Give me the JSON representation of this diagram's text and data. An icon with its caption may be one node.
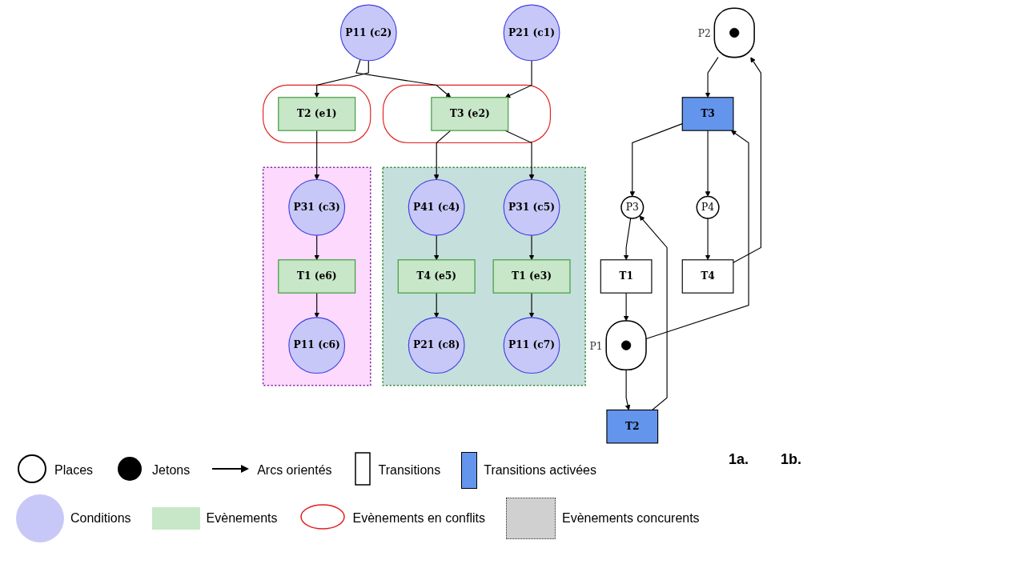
{
  "diagram": {
    "nodes": [
      {
        "text": [
          "P1"
        ]
      },
      {
        "text": [],
        "shape": "circle",
        "in": 0
      },
      {
        "text": [
          "P2"
        ]
      },
      {
        "text": [],
        "shape": "circle",
        "in": 2
      },
      {
        "text": [
          "T1"
        ]
      },
      {
        "text": [
          "T2"
        ]
      },
      {
        "text": [
          "T3"
        ]
      },
      {
        "text": [
          "T4"
        ]
      },
      {
        "text": [
          "P3"
        ]
      },
      {
        "text": [
          "P4"
        ]
      },
      {
        "text": [
          "P21 (c1)"
        ]
      },
      {
        "text": [
          "P11 (c2)"
        ]
      },
      {
        "text": [],
        "shape": "ellipse"
      },
      {
        "text": [
          "T3 (e2)"
        ],
        "in": 12
      },
      {
        "text": [],
        "shape": "ellipse"
      },
      {
        "text": [
          "T2 (e1)"
        ],
        "in": 14
      },
      {
        "text": [],
        "shape": "box"
      },
      {
        "text": [
          "P41 (c4)"
        ],
        "in": 16
      },
      {
        "text": [
          "P31 (c5)"
        ],
        "in": 16
      },
      {
        "text": [],
        "shape": "box"
      },
      {
        "text": [
          "P31 (c3)"
        ],
        "in": 19
      },
      {
        "text": [
          "T4 (e5)"
        ],
        "in": 16
      },
      {
        "text": [
          "T1 (e3)"
        ],
        "in": 16
      },
      {
        "text": [
          "T1 (e6)"
        ],
        "in": 19
      },
      {
        "text": [
          "P21 (c8)"
        ],
        "in": 16
      },
      {
        "text": [
          "P11 (c7)"
        ],
        "in": 16
      },
      {
        "text": [
          "P11 (c6)"
        ],
        "in": 19
      }
    ],
    "edges": [
      {
        "from": 4,
        "to": 0,
        "arrow": "to"
      },
      {
        "from": 8,
        "to": 4,
        "arrow": "to"
      },
      {
        "from": 0,
        "to": 5,
        "arrow": "to"
      },
      {
        "from": 5,
        "to": 8,
        "arrow": "to"
      },
      {
        "from": 0,
        "to": 6,
        "arrow": "to"
      },
      {
        "from": 2,
        "to": 6,
        "arrow": "to"
      },
      {
        "from": 6,
        "to": 8,
        "arrow": "to"
      },
      {
        "from": 6,
        "to": 9,
        "arrow": "to"
      },
      {
        "from": 9,
        "to": 7,
        "arrow": "to"
      },
      {
        "from": 7,
        "to": 2,
        "arrow": "to"
      },
      {
        "from": 10,
        "to": 13,
        "arrow": "to"
      },
      {
        "from": 11,
        "to": 13,
        "arrow": "to"
      },
      {
        "from": 11,
        "to": 15,
        "arrow": "to"
      },
      {
        "from": 13,
        "to": 17,
        "arrow": "to"
      },
      {
        "from": 13,
        "to": 18,
        "arrow": "to"
      },
      {
        "from": 15,
        "to": 20,
        "arrow": "to"
      },
      {
        "from": 17,
        "to": 21,
        "arrow": "to"
      },
      {
        "from": 18,
        "to": 22,
        "arrow": "to"
      },
      {
        "from": 20,
        "to": 23,
        "arrow": "to"
      },
      {
        "from": 21,
        "to": 24,
        "arrow": "to"
      },
      {
        "from": 22,
        "to": 25,
        "arrow": "to"
      },
      {
        "from": 23,
        "to": 26,
        "arrow": "to"
      }
    ],
    "labels": [
      "1a.",
      "1b."
    ],
    "legend": [
      {
        "text": "Places"
      },
      {
        "text": "Jetons"
      },
      {
        "text": "Arcs orientés"
      },
      {
        "text": "Transitions"
      },
      {
        "text": "Transitions activées",
        "color": "#6495ed"
      },
      {
        "text": "Conditions",
        "color": "#c8c8f8"
      },
      {
        "text": "Evènements",
        "color": "#c8e6c8"
      },
      {
        "text": "Evènements en conflits"
      },
      {
        "text": "Evènements concurents",
        "color": "#d0d0d0"
      }
    ]
  }
}
